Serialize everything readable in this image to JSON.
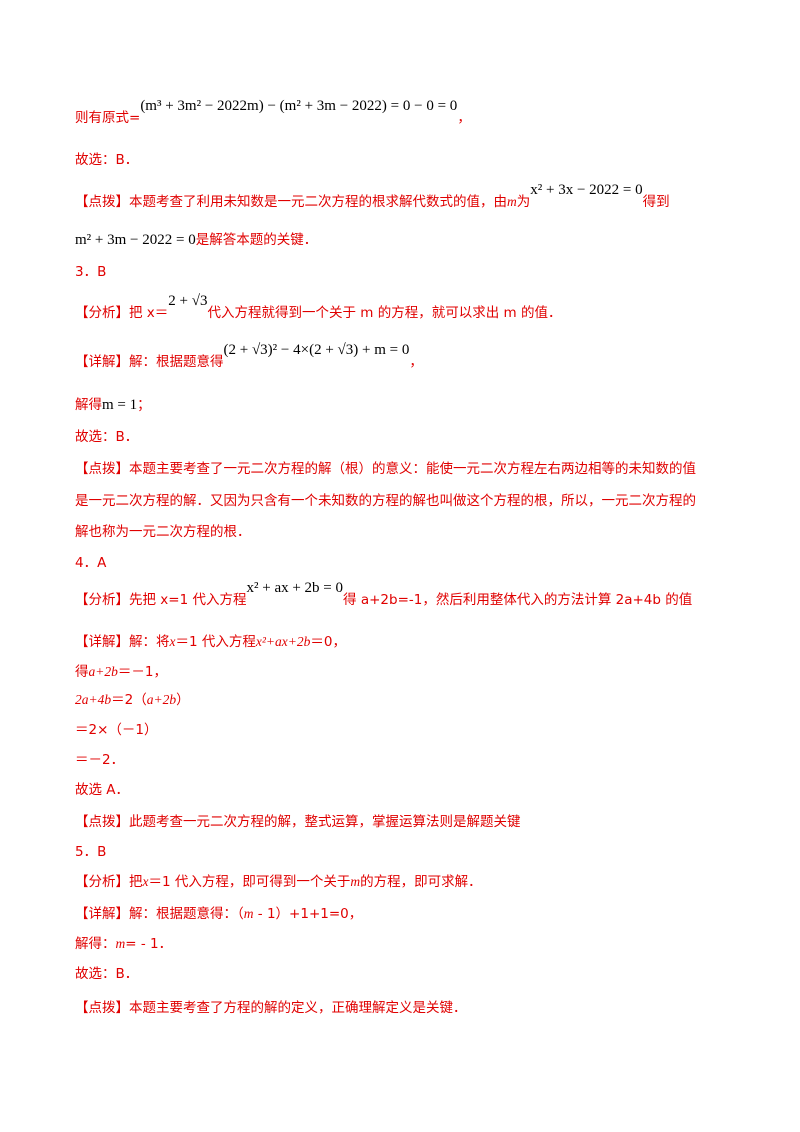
{
  "l1": {
    "pre": "则有原式=",
    "expr": "(m³ + 3m² − 2022m) − (m² + 3m − 2022) = 0 − 0 = 0",
    "post": "，"
  },
  "l2": "故选：B．",
  "l3": {
    "pre": "【点拨】本题考查了利用未知数是一元二次方程的根求解代数式的值，由",
    "m": "m",
    "mid": "为",
    "expr": "x² + 3x − 2022 = 0",
    "post": "得到"
  },
  "l4": {
    "expr": "m² + 3m − 2022 = 0",
    "post": "是解答本题的关键．"
  },
  "q3": "3．B",
  "l5": {
    "pre": "【分析】把 x＝",
    "expr": "2 + √3",
    "post": "代入方程就得到一个关于 m 的方程，就可以求出 m 的值．"
  },
  "l6": {
    "pre": "【详解】解：根据题意得",
    "expr": "(2 + √3)² − 4×(2 + √3) + m = 0",
    "post": "，"
  },
  "l7": {
    "pre": "解得",
    "expr": "m = 1",
    "post": "；"
  },
  "l8": "故选：B．",
  "l9": "【点拨】本题主要考查了一元二次方程的解（根）的意义：能使一元二次方程左右两边相等的未知数的值",
  "l10": "是一元二次方程的解．又因为只含有一个未知数的方程的解也叫做这个方程的根，所以，一元二次方程的",
  "l11": "解也称为一元二次方程的根．",
  "q4": "4．A",
  "l12": {
    "pre": "【分析】先把 x=1 代入方程",
    "expr": "x² + ax + 2b = 0",
    "post": "得 a+2b=-1，然后利用整体代入的方法计算 2a+4b 的值"
  },
  "l13": {
    "pre": "【详解】解：将",
    "x": "x",
    "mid": "＝1 代入方程",
    "expr": "x²+ax+2b",
    "post": "＝0，"
  },
  "l14": {
    "pre": "得",
    "expr": "a+2b",
    "post": "＝－1，"
  },
  "l15": {
    "expr": "2a+4b",
    "mid": "＝2（",
    "expr2": "a+2b",
    "post": "）"
  },
  "l16": "＝2×（－1）",
  "l17": "＝－2．",
  "l18": "故选 A．",
  "l19": "【点拨】此题考查一元二次方程的解，整式运算，掌握运算法则是解题关键",
  "q5": "5．B",
  "l20": {
    "pre": "【分析】把",
    "x": "x",
    "mid": "＝1 代入方程，即可得到一个关于",
    "m": "m",
    "post": "的方程，即可求解．"
  },
  "l21": {
    "pre": "【详解】解：根据题意得：（",
    "m": "m",
    "post": " - 1）+1+1=0，"
  },
  "l22": {
    "pre": "解得：",
    "m": "m",
    "post": "= - 1．"
  },
  "l23": "故选：B．",
  "l24": "【点拨】本题主要考查了方程的解的定义，正确理解定义是关键．"
}
